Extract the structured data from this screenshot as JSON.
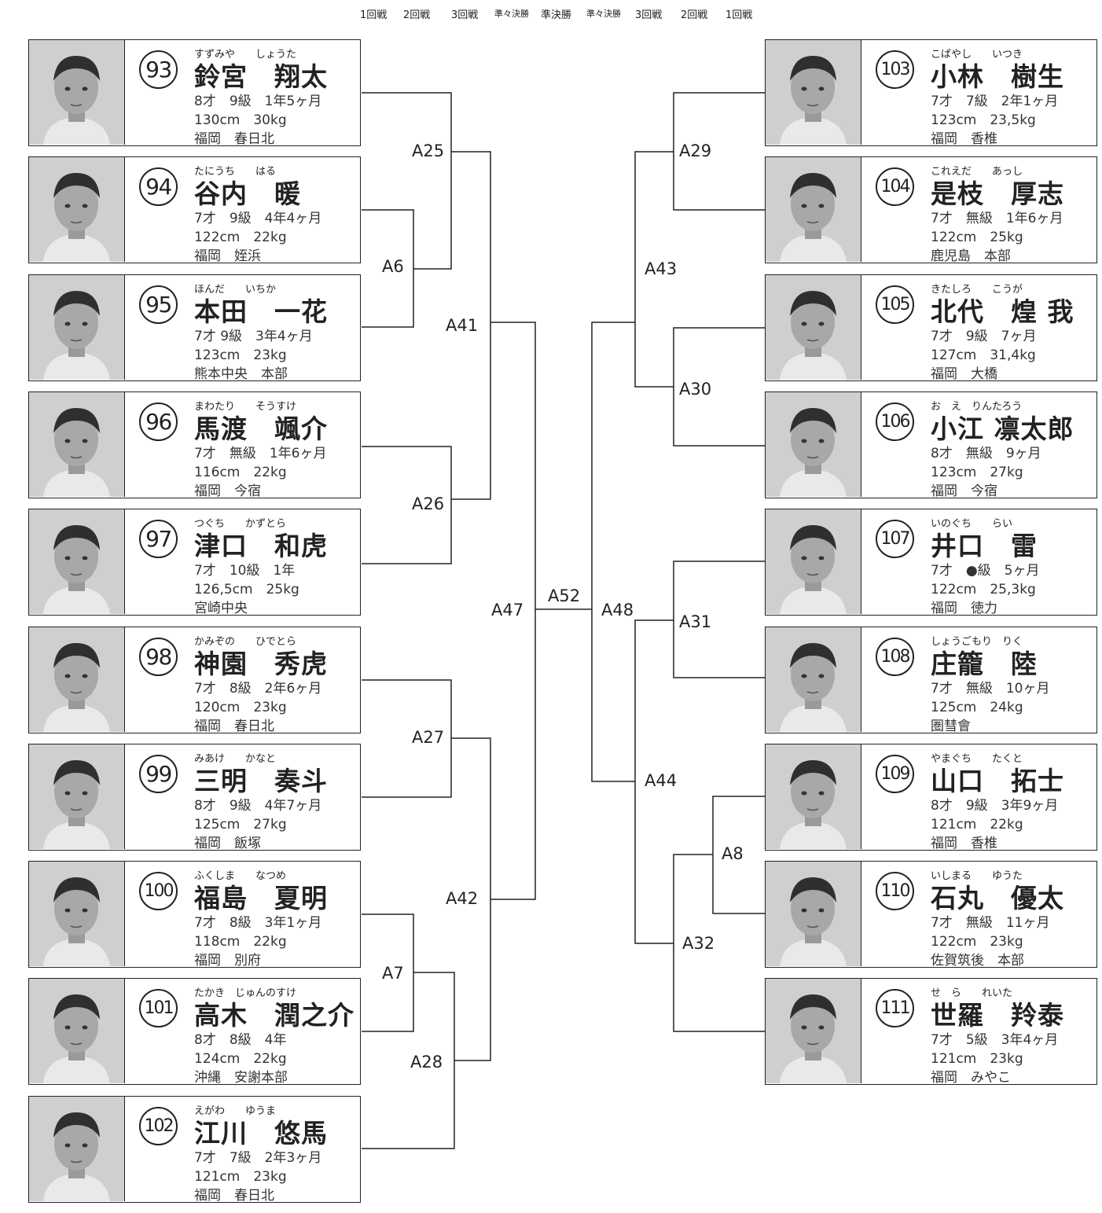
{
  "header": {
    "rounds": [
      "1回戦",
      "2回戦",
      "3回戦",
      "準々決勝",
      "準決勝",
      "準々決勝",
      "3回戦",
      "2回戦",
      "1回戦"
    ]
  },
  "left": [
    {
      "no": "93",
      "kana": "すずみや　　しょうた",
      "name": "鈴宮　翔太",
      "line1": "8才　9級　1年5ヶ月",
      "line2": "130cm　30kg",
      "line3": "福岡　春日北"
    },
    {
      "no": "94",
      "kana": "たにうち　　はる",
      "name": "谷内　暖",
      "line1": "7才　9級　4年4ヶ月",
      "line2": "122cm　22kg",
      "line3": "福岡　姪浜"
    },
    {
      "no": "95",
      "kana": "ほんだ　　いちか",
      "name": "本田　一花",
      "line1": "7才 9級　3年4ヶ月",
      "line2": "123cm　23kg",
      "line3": "熊本中央　本部"
    },
    {
      "no": "96",
      "kana": "まわたり　　そうすけ",
      "name": "馬渡　颯介",
      "line1": "7才　無級　1年6ヶ月",
      "line2": "116cm　22kg",
      "line3": "福岡　今宿"
    },
    {
      "no": "97",
      "kana": "つぐち　　かずとら",
      "name": "津口　和虎",
      "line1": "7才　10級　1年",
      "line2": "126,5cm　25kg",
      "line3": "宮崎中央"
    },
    {
      "no": "98",
      "kana": "かみぞの　　ひでとら",
      "name": "神園　秀虎",
      "line1": "7才　8級　2年6ヶ月",
      "line2": "120cm　23kg",
      "line3": "福岡　春日北"
    },
    {
      "no": "99",
      "kana": "みあけ　　かなと",
      "name": "三明　奏斗",
      "line1": "8才　9級　4年7ヶ月",
      "line2": "125cm　27kg",
      "line3": "福岡　飯塚"
    },
    {
      "no": "100",
      "kana": "ふくしま　　なつめ",
      "name": "福島　夏明",
      "line1": "7才　8級　3年1ヶ月",
      "line2": "118cm　22kg",
      "line3": "福岡　別府"
    },
    {
      "no": "101",
      "kana": "たかき　じゅんのすけ",
      "name": "高木　潤之介",
      "line1": "8才　8級　4年",
      "line2": "124cm　22kg",
      "line3": "沖縄　安謝本部"
    },
    {
      "no": "102",
      "kana": "えがわ　　ゆうま",
      "name": "江川　悠馬",
      "line1": "7才　7級　2年3ヶ月",
      "line2": "121cm　23kg",
      "line3": "福岡　春日北"
    }
  ],
  "right": [
    {
      "no": "103",
      "kana": "こばやし　　いつき",
      "name": "小林　樹生",
      "line1": "7才　7級　2年1ヶ月",
      "line2": "123cm　23,5kg",
      "line3": "福岡　香椎"
    },
    {
      "no": "104",
      "kana": "これえだ　　あっし",
      "name": "是枝　厚志",
      "line1": "7才　無級　1年6ヶ月",
      "line2": "122cm　25kg",
      "line3": "鹿児島　本部"
    },
    {
      "no": "105",
      "kana": "きたしろ　　こうが",
      "name": "北代　煌 我",
      "line1": "7才　9級　7ヶ月",
      "line2": "127cm　31,4kg",
      "line3": "福岡　大橋"
    },
    {
      "no": "106",
      "kana": "お　え　りんたろう",
      "name": "小江 凛太郎",
      "line1": "8才　無級　9ヶ月",
      "line2": "123cm　27kg",
      "line3": "福岡　今宿"
    },
    {
      "no": "107",
      "kana": "いのぐち　　らい",
      "name": "井口　雷",
      "line1": "7才　●級　5ヶ月",
      "line2": "122cm　25,3kg",
      "line3": "福岡　徳力"
    },
    {
      "no": "108",
      "kana": "しょうごもり　りく",
      "name": "庄籠　陸",
      "line1": "7才　無級　10ヶ月",
      "line2": "125cm　24kg",
      "line3": "圏彗會"
    },
    {
      "no": "109",
      "kana": "やまぐち　　たくと",
      "name": "山口　拓士",
      "line1": "8才　9級　3年9ヶ月",
      "line2": "121cm　22kg",
      "line3": "福岡　香椎"
    },
    {
      "no": "110",
      "kana": "いしまる　　ゆうた",
      "name": "石丸　優太",
      "line1": "7才　無級　11ヶ月",
      "line2": "122cm　23kg",
      "line3": "佐賀筑後　本部"
    },
    {
      "no": "111",
      "kana": "せ　ら　　れいた",
      "name": "世羅　羚泰",
      "line1": "7才　5級　3年4ヶ月",
      "line2": "121cm　23kg",
      "line3": "福岡　みやこ"
    }
  ],
  "matches": {
    "A25": "A25",
    "A6": "A6",
    "A41": "A41",
    "A26": "A26",
    "A47": "A47",
    "A27": "A27",
    "A42": "A42",
    "A7": "A7",
    "A28": "A28",
    "A52": "A52",
    "A48": "A48",
    "A29": "A29",
    "A43": "A43",
    "A30": "A30",
    "A31": "A31",
    "A44": "A44",
    "A8": "A8",
    "A32": "A32"
  }
}
